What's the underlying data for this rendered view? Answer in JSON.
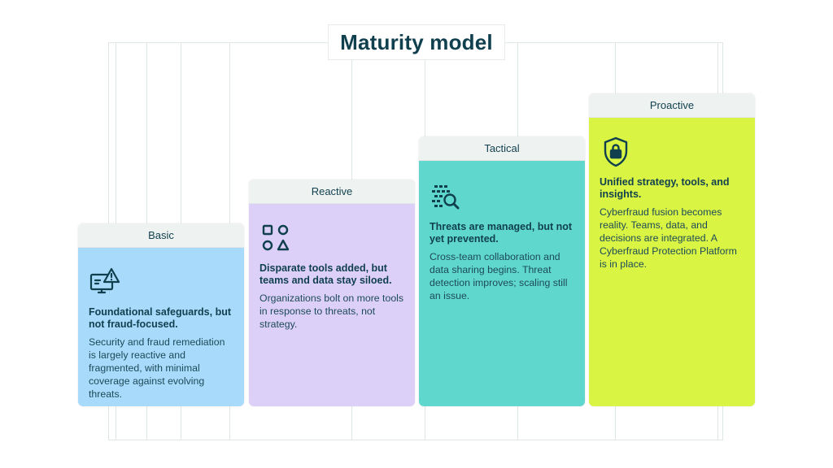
{
  "title": "Maturity model",
  "colors": {
    "basic": "#a8dbfb",
    "reactive": "#dcd0f8",
    "tactical": "#5fd7cd",
    "proactive": "#d9f443",
    "ink": "#103f4e"
  },
  "stages": [
    {
      "label": "Basic",
      "icon": "monitor-warning-icon",
      "heading": "Foundational safeguards, but not fraud-focused.",
      "description": "Security and fraud remediation is largely reactive and fragmented, with minimal coverage against evolving threats."
    },
    {
      "label": "Reactive",
      "icon": "shapes-icon",
      "heading": "Disparate tools added, but teams and data stay siloed.",
      "description": "Organizations bolt on more tools in response to threats, not strategy."
    },
    {
      "label": "Tactical",
      "icon": "data-search-icon",
      "heading": "Threats are managed, but not yet prevented.",
      "description": "Cross-team collaboration and data sharing begins. Threat detection improves; scaling still an issue."
    },
    {
      "label": "Proactive",
      "icon": "shield-lock-icon",
      "heading": "Unified strategy, tools, and insights.",
      "description": "Cyberfraud fusion becomes reality. Teams, data, and decisions are integrated. A Cyberfraud Protection Platform is in place."
    }
  ]
}
